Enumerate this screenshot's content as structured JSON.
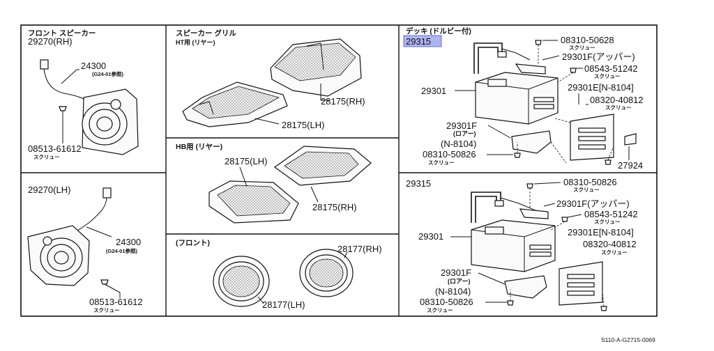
{
  "sections": {
    "front_speaker": {
      "title": "フロント スピーカー",
      "code": "29270(RH)"
    },
    "front_speaker_lh": {
      "code": "29270(LH)"
    },
    "grille_ht": {
      "title": "スピーカー グリル",
      "subtitle": "HT用 (リヤー)"
    },
    "grille_hb": {
      "title": "HB用 (リヤー)"
    },
    "grille_front": {
      "title": "(フロント)"
    },
    "deck": {
      "title": "デッキ (ドルビー付)",
      "code": "29315"
    },
    "deck2": {
      "code": "29315"
    }
  },
  "labels": {
    "p24300_a": "24300",
    "g24_a": "(G24-01参照)",
    "p08513_a": "08513-61612",
    "screw_a": "スクリュー",
    "p24300_b": "24300",
    "g24_b": "(G24-01参照)",
    "p08513_b": "08513-61612",
    "screw_b": "スクリュー",
    "p28175rh_ht": "28175(RH)",
    "p28175lh_ht": "28175(LH)",
    "p28175lh_hb": "28175(LH)",
    "p28175rh_hb": "28175(RH)",
    "p28177rh": "28177(RH)",
    "p28177lh": "28177(LH)",
    "d1_08310_top": "08310-50628",
    "d1_screw_top": "スクリュー",
    "d1_29301f_up": "29301F(アッパー)",
    "d1_08543": "08543-51242",
    "d1_screw_08543": "スクリュー",
    "d1_29301": "29301",
    "d1_29301e": "29301E[N-8104]",
    "d1_08320": "08320-40812",
    "d1_screw_08320": "スクリュー",
    "d1_29301f_lo": "29301F",
    "d1_lower": "(ロアー)",
    "d1_n8104": "(N-8104)",
    "d1_08310_bot": "08310-50826",
    "d1_screw_bot": "スクリュー",
    "d1_27924": "27924",
    "d2_08310_top": "08310-50826",
    "d2_screw_top": "スクリュー",
    "d2_29301f_up": "29301F(アッパー)",
    "d2_08543": "08543-51242",
    "d2_screw_08543": "スクリュー",
    "d2_29301": "29301",
    "d2_29301e": "29301E[N-8104]",
    "d2_08320": "08320-40812",
    "d2_screw_08320": "スクリュー",
    "d2_29301f_lo": "29301F",
    "d2_lower": "(ロアー)",
    "d2_n8104": "(N-8104)",
    "d2_08310_bot": "08310-50826",
    "d2_screw_bot": "スクリュー"
  },
  "footer": {
    "ref": "S110-A-G2715-0069"
  },
  "colors": {
    "highlight": "#aeb4f2",
    "ink": "#111111"
  }
}
